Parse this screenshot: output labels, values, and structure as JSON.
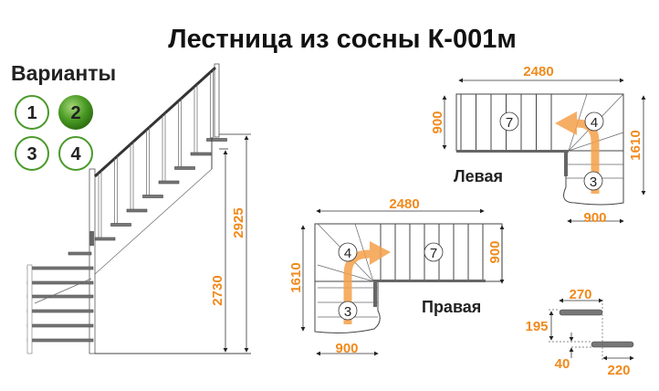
{
  "title": "Лестница из сосны К-001м",
  "variants": {
    "heading": "Варианты",
    "items": [
      {
        "label": "1",
        "selected": false
      },
      {
        "label": "2",
        "selected": true
      },
      {
        "label": "3",
        "selected": false
      },
      {
        "label": "4",
        "selected": false
      }
    ],
    "selected_color": "#3f8f1c",
    "ring_color": "#4a9a2a"
  },
  "side_view": {
    "height_floor": "2730",
    "height_total": "2925"
  },
  "left_plan": {
    "name": "Левая",
    "length": "2480",
    "width": "900",
    "depth": "1610",
    "bottom_width": "900",
    "flights": [
      "7",
      "4",
      "3"
    ]
  },
  "right_plan": {
    "name": "Правая",
    "length": "2480",
    "width": "900",
    "depth": "1610",
    "bottom_width": "900",
    "flights": [
      "4",
      "7",
      "3"
    ]
  },
  "tread_detail": {
    "tread_depth": "270",
    "riser": "195",
    "thickness": "40",
    "going": "220"
  },
  "colors": {
    "dimension": "#f08a1c",
    "arrow": "#f5a04a"
  }
}
